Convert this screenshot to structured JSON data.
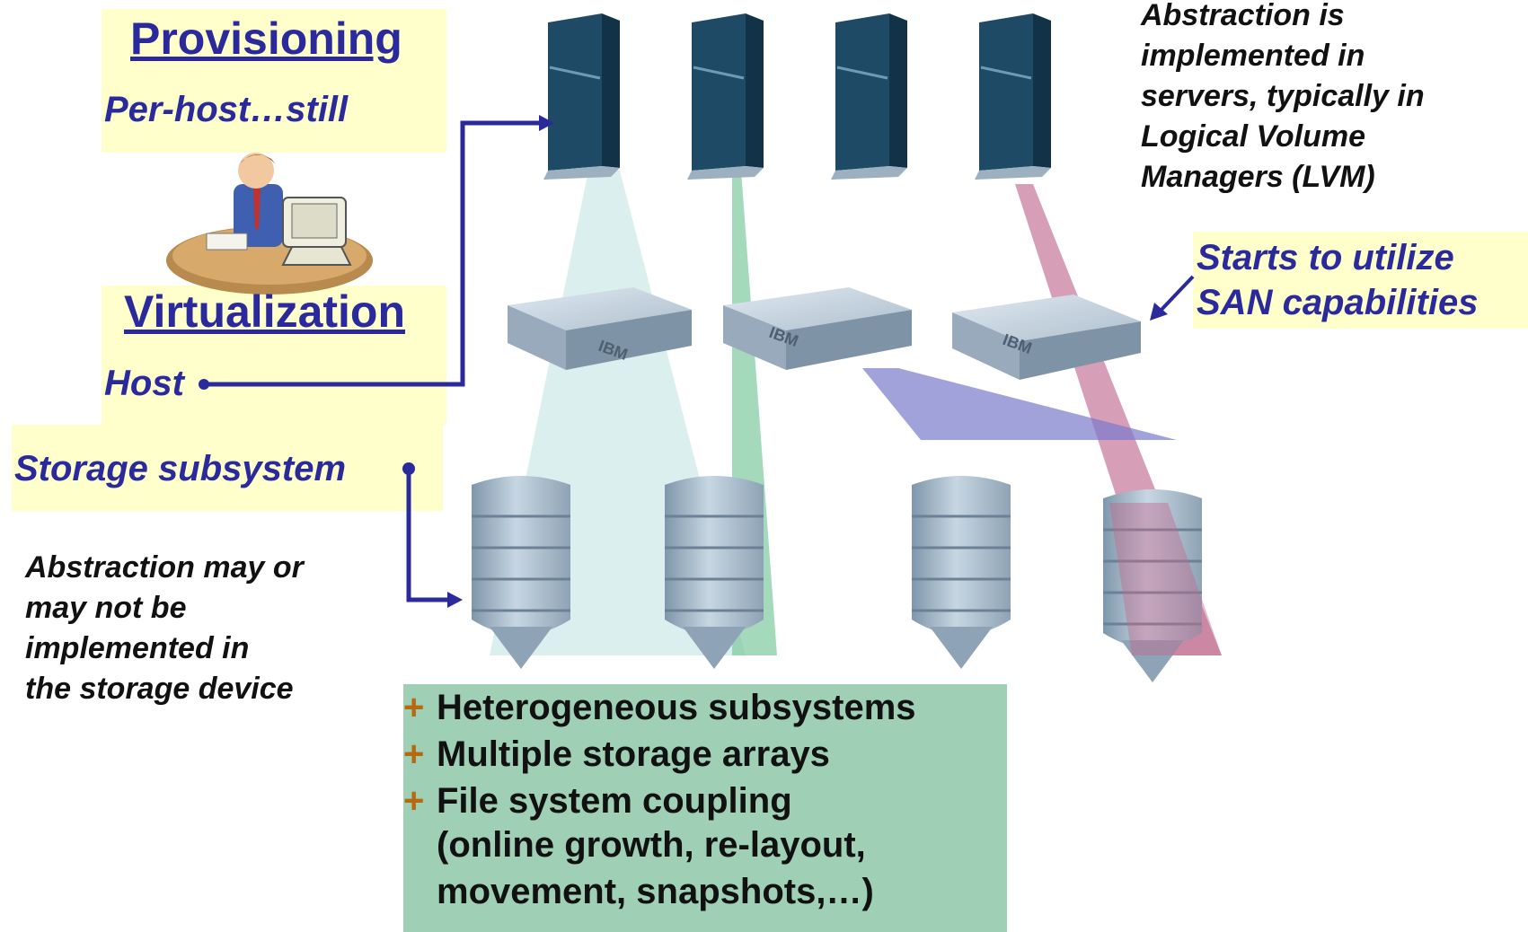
{
  "left_panel": {
    "provisioning_heading": "Provisioning",
    "per_host_text": "Per-host…still",
    "virtualization_heading": "Virtualization",
    "host_label": "Host",
    "storage_subsystem_label": "Storage subsystem",
    "abstraction_storage_note": [
      "Abstraction may or",
      "may not be",
      "implemented in",
      "the storage device"
    ]
  },
  "top_right_note": [
    "Abstraction is",
    "implemented in",
    "servers, typically in",
    "Logical Volume",
    "Managers (LVM)"
  ],
  "san_note": [
    "Starts to utilize",
    "SAN capabilities"
  ],
  "benefits": {
    "items": [
      "Heterogeneous subsystems",
      "Multiple storage arrays",
      "File system coupling"
    ],
    "continuation": [
      "(online growth, re-layout,",
      "movement, snapshots,…)"
    ],
    "bullet_glyph": "+"
  },
  "colors": {
    "label_blue": "#2b2a9c",
    "highlight_yellow": "#ffffcc",
    "benefit_green": "#9fcfb5",
    "bullet_orange": "#b56a12",
    "server_navy": "#1e4a66",
    "beam_teal": "#cfeaea",
    "beam_green": "#7fc9a0",
    "beam_pink": "#c06a90",
    "beam_purple": "#7a7acc"
  }
}
